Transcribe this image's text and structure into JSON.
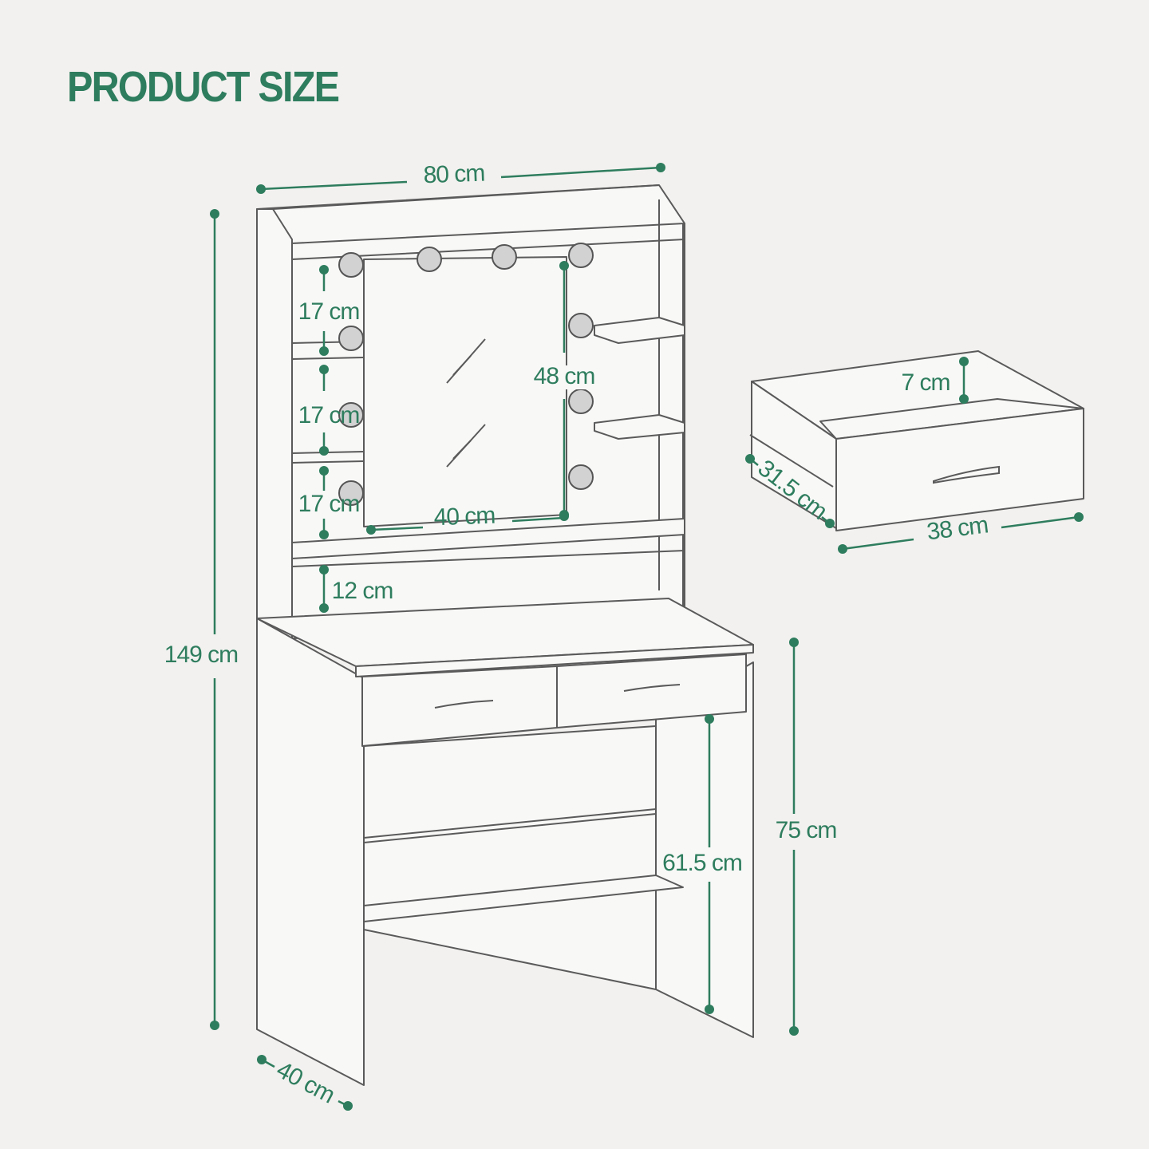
{
  "title": "PRODUCT SIZE",
  "colors": {
    "accent": "#2e7d5e",
    "background": "#f2f1ef",
    "line": "#5a5a5a"
  },
  "dimensions": {
    "width": "80 cm",
    "height": "149 cm",
    "shelf_1": "17 cm",
    "shelf_2": "17 cm",
    "shelf_3": "17 cm",
    "bottom_gap": "12 cm",
    "mirror_height": "48 cm",
    "mirror_width": "40 cm",
    "desk_height": "75 cm",
    "knee_height": "61.5 cm",
    "depth": "40 cm",
    "drawer_height": "7 cm",
    "drawer_depth": "31.5 cm",
    "drawer_width": "38 cm"
  }
}
